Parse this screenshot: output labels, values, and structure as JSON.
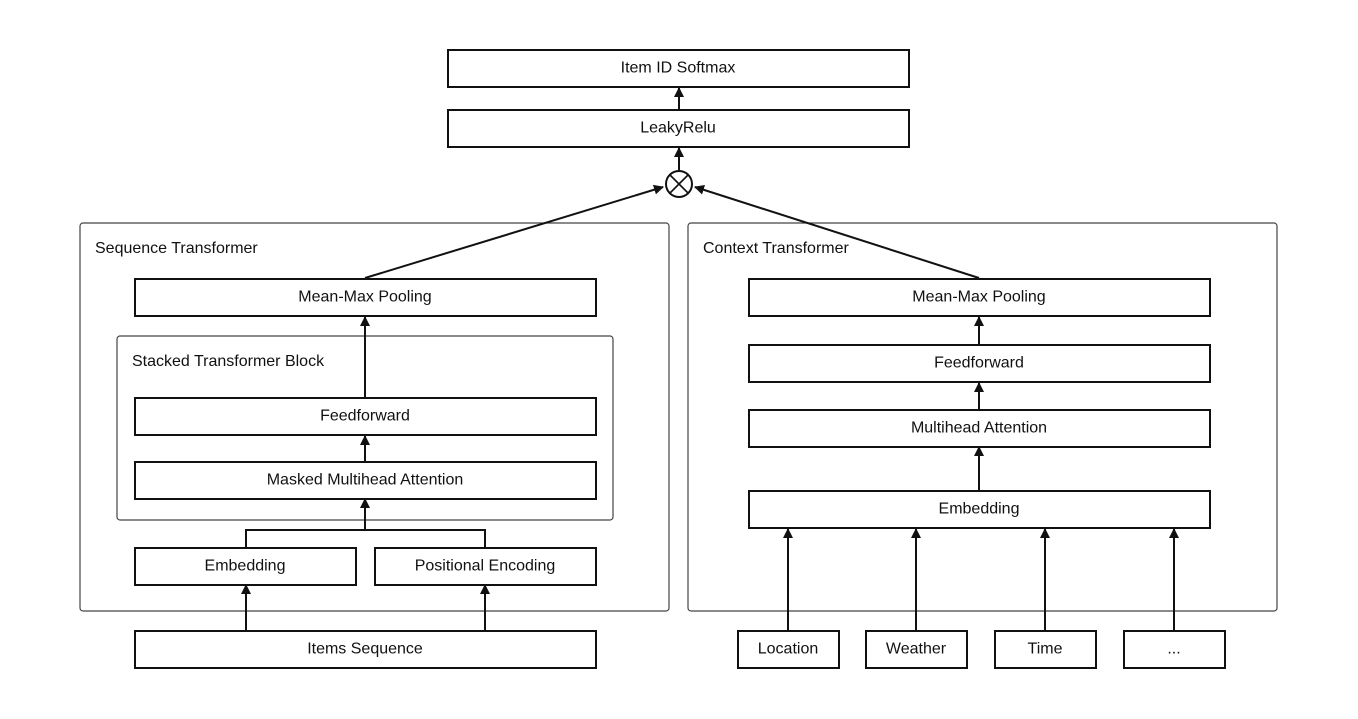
{
  "groups": {
    "sequence_transformer": "Sequence Transformer",
    "stacked_transformer_block": "Stacked Transformer Block",
    "context_transformer": "Context Transformer"
  },
  "nodes": {
    "item_id_softmax": "Item ID Softmax",
    "leaky_relu": "LeakyRelu",
    "seq_mean_max_pooling": "Mean-Max Pooling",
    "seq_feedforward": "Feedforward",
    "masked_multihead_attention": "Masked Multihead Attention",
    "seq_embedding": "Embedding",
    "positional_encoding": "Positional Encoding",
    "items_sequence": "Items Sequence",
    "ctx_mean_max_pooling": "Mean-Max Pooling",
    "ctx_feedforward": "Feedforward",
    "multihead_attention": "Multihead Attention",
    "ctx_embedding": "Embedding",
    "location": "Location",
    "weather": "Weather",
    "time": "Time",
    "ellipsis": "..."
  },
  "combine_symbol": "circle-times-icon",
  "colors": {
    "stroke": "#111111",
    "container_stroke": "#444444",
    "background": "#ffffff"
  }
}
